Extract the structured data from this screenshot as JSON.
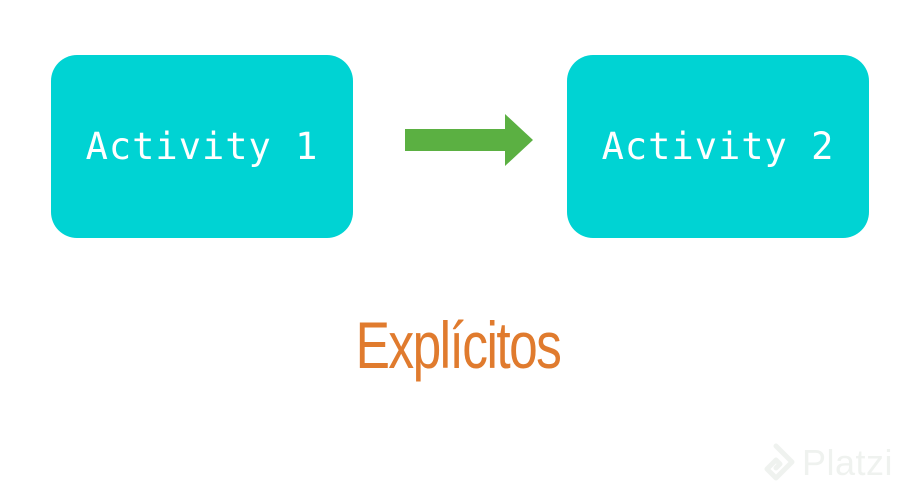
{
  "colors": {
    "box_fill": "#00D3D3",
    "box_text": "#ffffff",
    "arrow": "#5BB042",
    "arrow_dark": "#4E9E36",
    "caption": "#E07B2E",
    "watermark": "#e3e8e3"
  },
  "diagram": {
    "nodes": [
      {
        "label": "Activity 1"
      },
      {
        "label": "Activity 2"
      }
    ],
    "edge": {
      "from": "Activity 1",
      "to": "Activity 2",
      "icon": "right-arrow-icon"
    }
  },
  "caption": "Explícitos",
  "watermark": {
    "text": "Platzi",
    "icon": "platzi-logo-icon"
  }
}
